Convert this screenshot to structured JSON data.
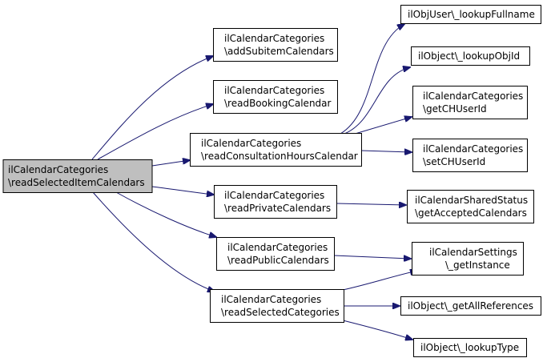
{
  "nodes": {
    "root": {
      "line1": "ilCalendarCategories",
      "line2": "\\readSelectedItemCalendars"
    },
    "add_subitem": {
      "line1": "ilCalendarCategories",
      "line2": "\\addSubitemCalendars"
    },
    "read_booking": {
      "line1": "ilCalendarCategories",
      "line2": "\\readBookingCalendar"
    },
    "read_consultation": {
      "line1": "ilCalendarCategories",
      "line2": "\\readConsultationHoursCalendar"
    },
    "read_private": {
      "line1": "ilCalendarCategories",
      "line2": "\\readPrivateCalendars"
    },
    "read_public": {
      "line1": "ilCalendarCategories",
      "line2": "\\readPublicCalendars"
    },
    "read_selected_categories": {
      "line1": "ilCalendarCategories",
      "line2": "\\readSelectedCategories"
    },
    "lookup_fullname": {
      "line1": "ilObjUser\\_lookupFullname"
    },
    "lookup_obj_id": {
      "line1": "ilObject\\_lookupObjId"
    },
    "get_ch_user_id": {
      "line1": "ilCalendarCategories",
      "line2": "\\getCHUserId"
    },
    "set_ch_user_id": {
      "line1": "ilCalendarCategories",
      "line2": "\\setCHUserId"
    },
    "get_accepted": {
      "line1": "ilCalendarSharedStatus",
      "line2": "\\getAcceptedCalendars"
    },
    "get_instance": {
      "line1": "ilCalendarSettings",
      "line2": "\\_getInstance"
    },
    "get_all_refs": {
      "line1": "ilObject\\_getAllReferences"
    },
    "lookup_type": {
      "line1": "ilObject\\_lookupType"
    }
  },
  "colors": {
    "edge": "#191970",
    "root_fill": "#bfbfbf",
    "node_fill": "#ffffff",
    "border": "#000000"
  }
}
